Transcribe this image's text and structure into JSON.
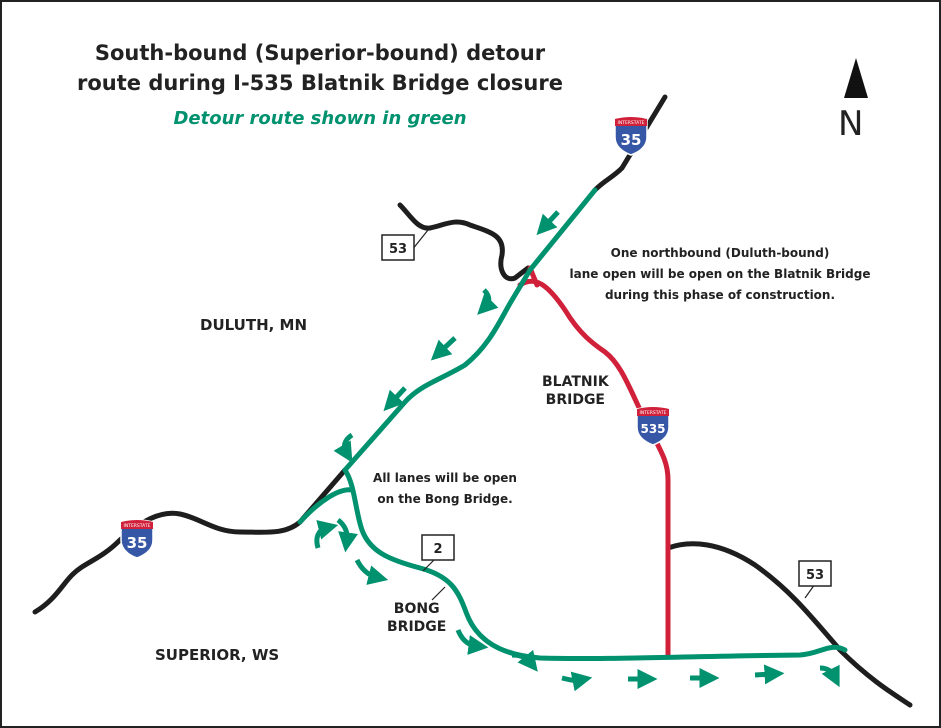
{
  "title_line1": "South-bound  (Superior-bound) detour",
  "title_line2": "route during I-535 Blatnik Bridge closure",
  "subtitle": "Detour route shown in green",
  "north_label": "N",
  "colors": {
    "detour": "#00916e",
    "closed": "#d0203a",
    "road": "#222222"
  },
  "notes": {
    "blatnik": [
      "One northbound (Duluth-bound)",
      "lane open will be open on the Blatnik Bridge",
      "during this phase of construction."
    ],
    "bong": [
      "All lanes will be open",
      "on the Bong Bridge."
    ]
  },
  "places": {
    "duluth": "DULUTH, MN",
    "superior": "SUPERIOR, WS"
  },
  "bridges": {
    "blatnik": [
      "BLATNIK",
      "BRIDGE"
    ],
    "bong": [
      "BONG",
      "BRIDGE"
    ]
  },
  "shields": {
    "i35_north": {
      "top": "INTERSTATE",
      "num": "35"
    },
    "i35_west": {
      "top": "INTERSTATE",
      "num": "35"
    },
    "i535": {
      "top": "INTERSTATE",
      "num": "535"
    },
    "us53_north": "53",
    "us2": "2",
    "us53_south": "53"
  }
}
